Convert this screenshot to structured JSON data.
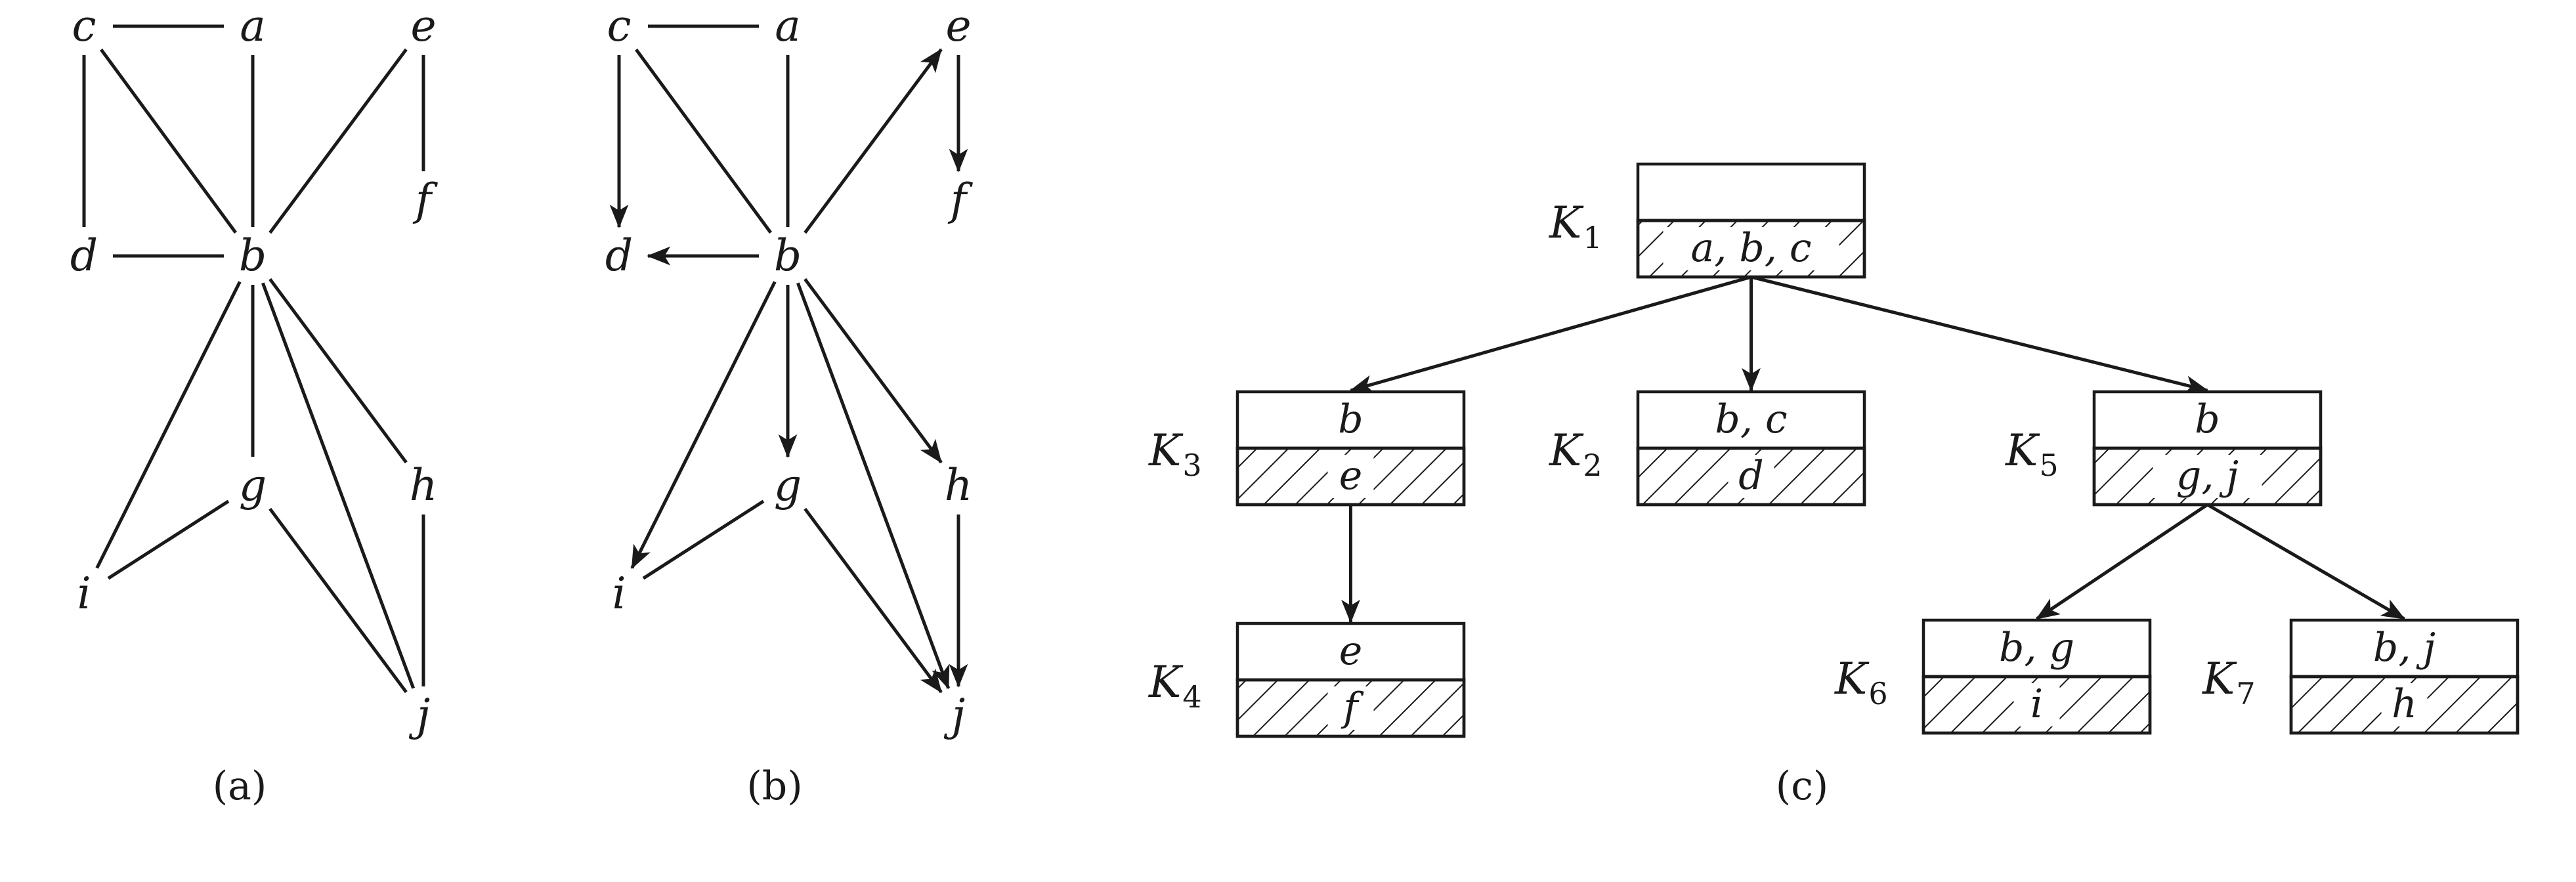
{
  "figure": {
    "captions": {
      "a": "(a)",
      "b": "(b)",
      "c": "(c)"
    },
    "graph": {
      "nodes": [
        "c",
        "a",
        "e",
        "f",
        "d",
        "b",
        "g",
        "h",
        "i",
        "j"
      ],
      "undirected_edges": [
        [
          "c",
          "a"
        ],
        [
          "c",
          "d"
        ],
        [
          "c",
          "b"
        ],
        [
          "a",
          "b"
        ],
        [
          "e",
          "b"
        ],
        [
          "e",
          "f"
        ],
        [
          "d",
          "b"
        ],
        [
          "b",
          "g"
        ],
        [
          "b",
          "i"
        ],
        [
          "b",
          "j"
        ],
        [
          "b",
          "h"
        ],
        [
          "g",
          "i"
        ],
        [
          "g",
          "j"
        ],
        [
          "h",
          "j"
        ]
      ],
      "directed_edges": [
        [
          "c",
          "a",
          "none"
        ],
        [
          "c",
          "d",
          "to"
        ],
        [
          "c",
          "b",
          "none"
        ],
        [
          "a",
          "b",
          "none"
        ],
        [
          "b",
          "e",
          "to"
        ],
        [
          "e",
          "f",
          "to"
        ],
        [
          "b",
          "d",
          "to"
        ],
        [
          "b",
          "g",
          "to"
        ],
        [
          "b",
          "i",
          "to"
        ],
        [
          "b",
          "j",
          "to"
        ],
        [
          "b",
          "h",
          "to"
        ],
        [
          "g",
          "i",
          "none"
        ],
        [
          "g",
          "j",
          "to"
        ],
        [
          "h",
          "j",
          "to"
        ]
      ]
    },
    "tree": {
      "boxes": [
        {
          "id": "K1",
          "name": "K",
          "sub": "1",
          "top": "",
          "bottom": "a, b, c"
        },
        {
          "id": "K3",
          "name": "K",
          "sub": "3",
          "top": "b",
          "bottom": "e"
        },
        {
          "id": "K2",
          "name": "K",
          "sub": "2",
          "top": "b, c",
          "bottom": "d"
        },
        {
          "id": "K5",
          "name": "K",
          "sub": "5",
          "top": "b",
          "bottom": "g, j"
        },
        {
          "id": "K4",
          "name": "K",
          "sub": "4",
          "top": "e",
          "bottom": "f"
        },
        {
          "id": "K6",
          "name": "K",
          "sub": "6",
          "top": "b, g",
          "bottom": "i"
        },
        {
          "id": "K7",
          "name": "K",
          "sub": "7",
          "top": "b, j",
          "bottom": "h"
        }
      ],
      "edges": [
        [
          "K1",
          "K3"
        ],
        [
          "K1",
          "K2"
        ],
        [
          "K1",
          "K5"
        ],
        [
          "K3",
          "K4"
        ],
        [
          "K5",
          "K6"
        ],
        [
          "K5",
          "K7"
        ]
      ]
    }
  }
}
